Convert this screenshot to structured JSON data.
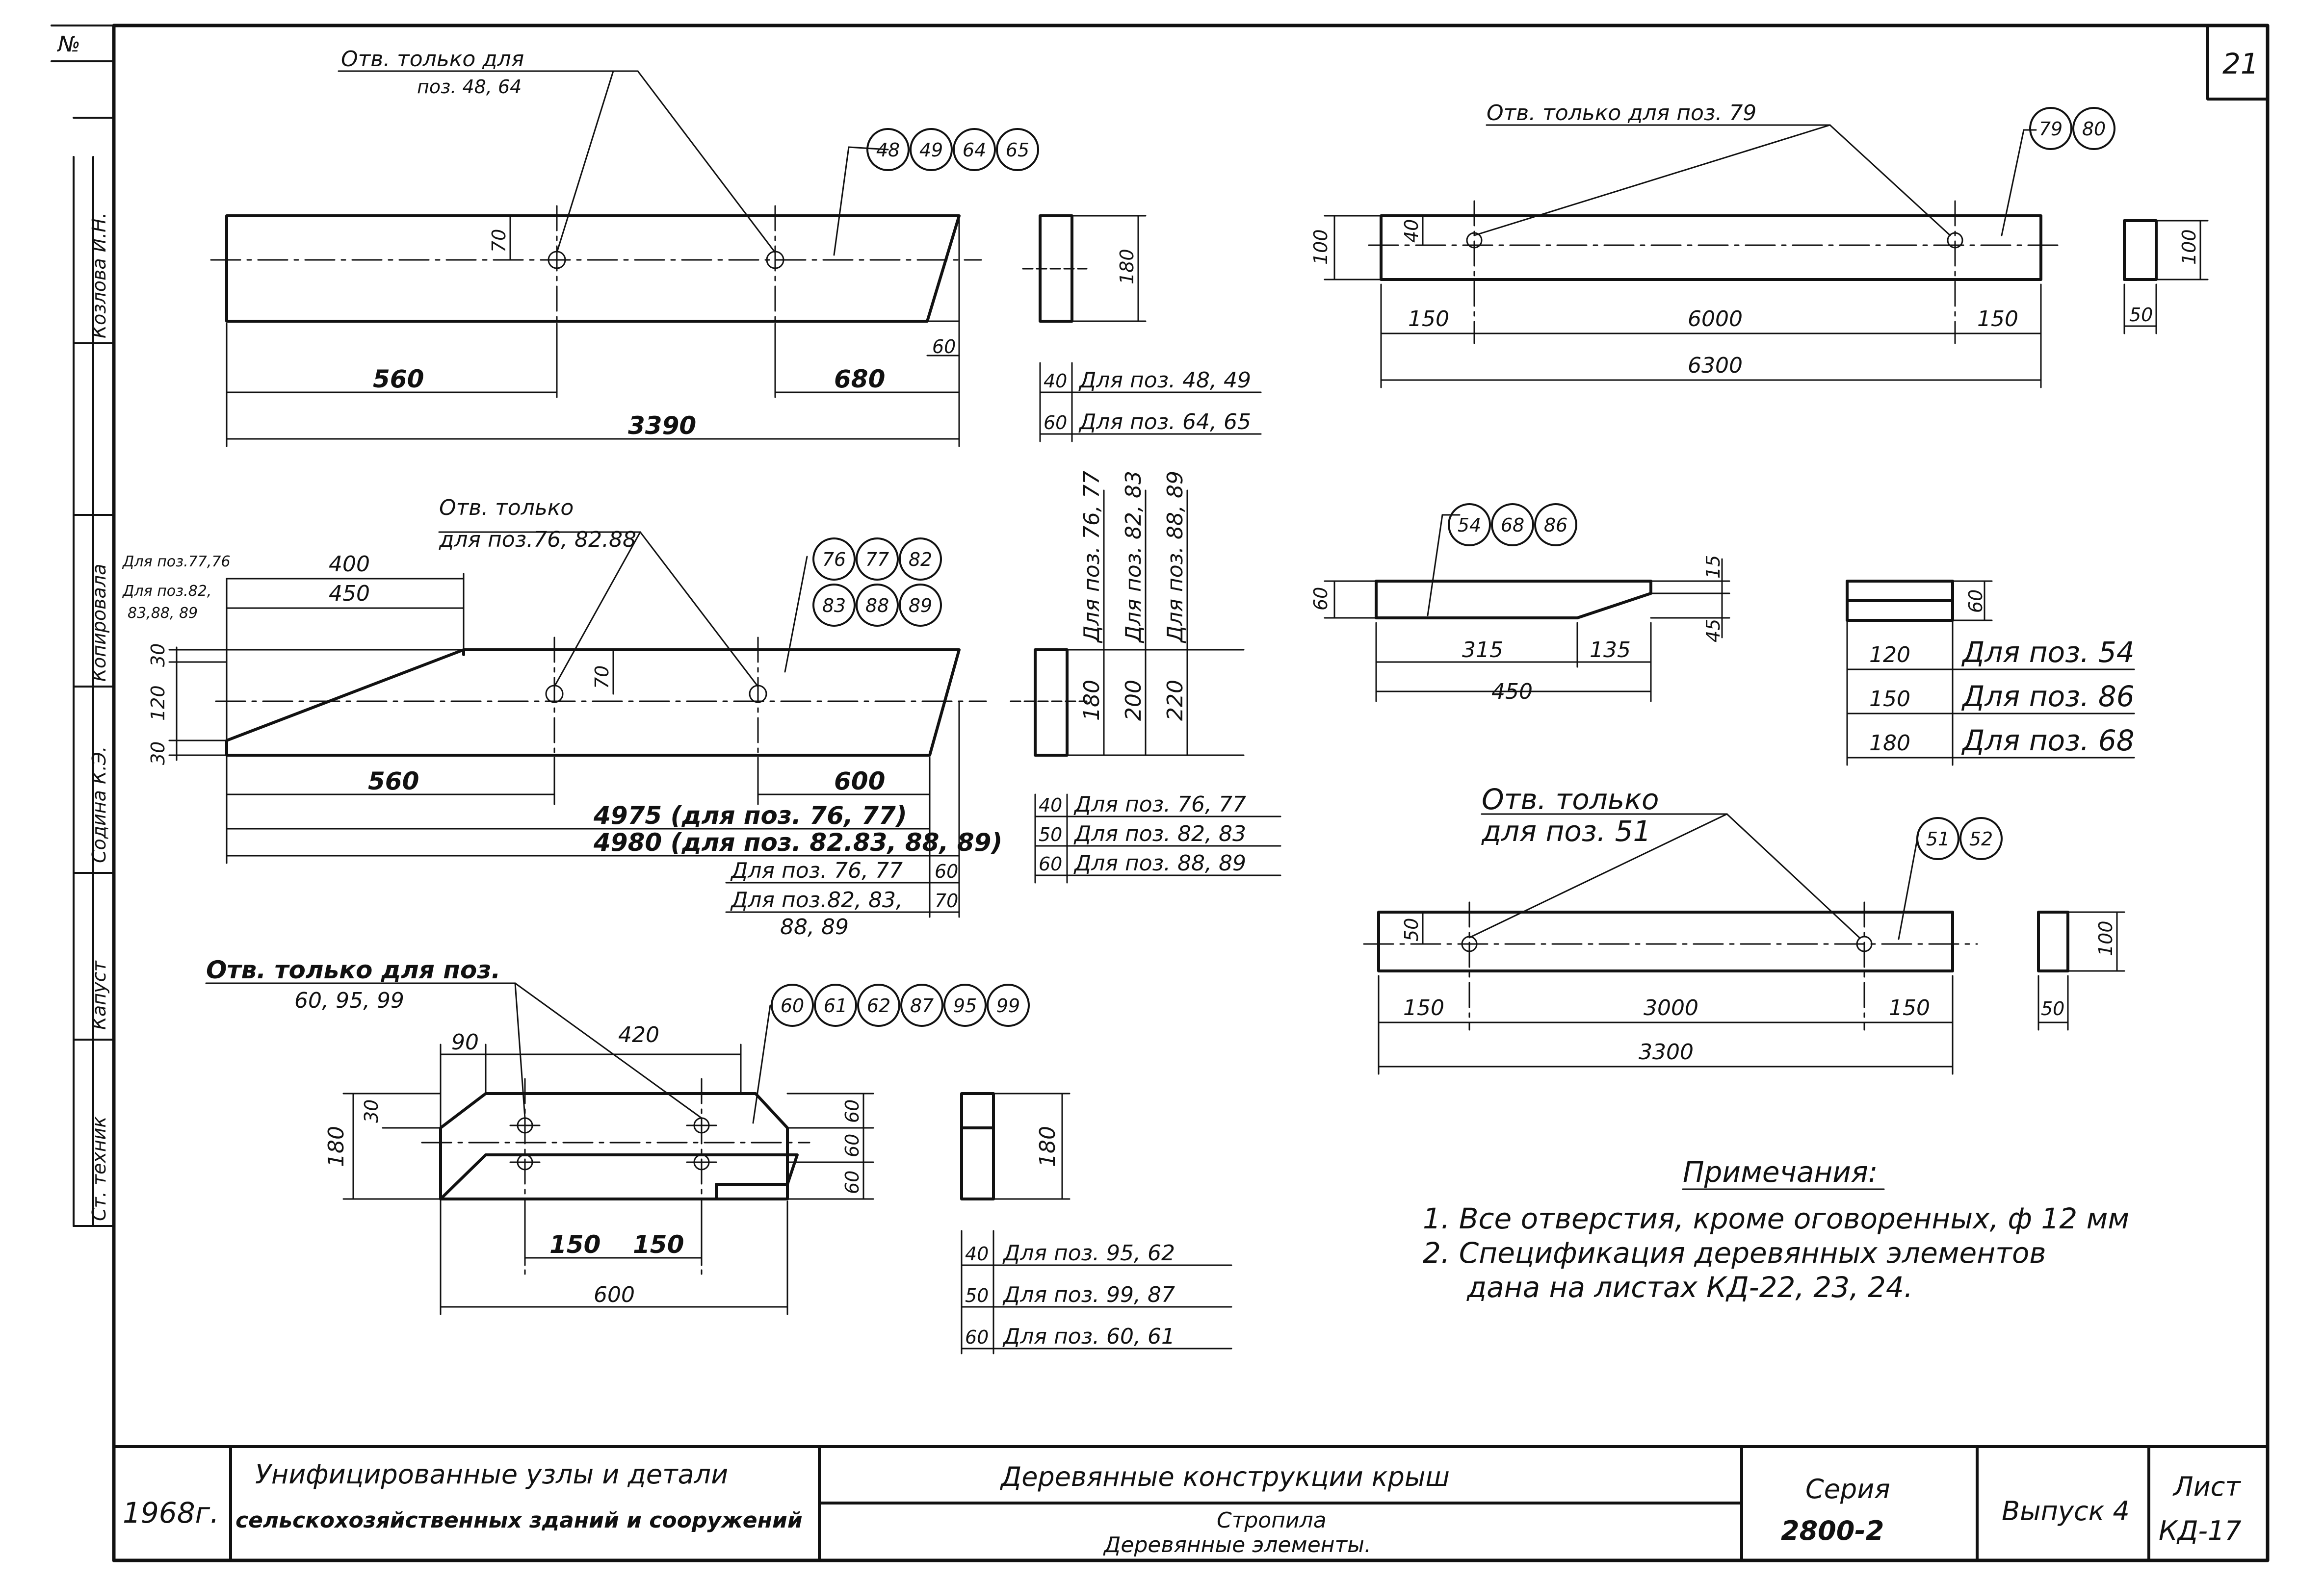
{
  "sheet": {
    "number_label": "№",
    "page_number": "21"
  },
  "left_stamp": {
    "role1": "Ст. техник",
    "name1": "Капуст",
    "name2": "Содина К.Э.",
    "role2": "Копировала",
    "name3": "Козлова И.Н."
  },
  "el1": {
    "hole_note_1": "Отв. только для",
    "hole_note_2": "поз. 48, 64",
    "positions": [
      "48",
      "49",
      "64",
      "65"
    ],
    "dims": {
      "d70": "70",
      "d60": "60",
      "d560": "560",
      "d680": "680",
      "d3390": "3390"
    },
    "section_height": "180",
    "table": [
      {
        "w": "40",
        "text": "Для поз. 48, 49"
      },
      {
        "w": "60",
        "text": "Для поз. 64, 65"
      }
    ]
  },
  "el2": {
    "hole_note_1": "Отв. только",
    "hole_note_2": "для поз.76, 82.88",
    "positions": [
      "76",
      "77",
      "82",
      "83",
      "88",
      "89"
    ],
    "left_notes": [
      "Для поз.77,76",
      "Для поз.82,",
      "83,88, 89"
    ],
    "dims": {
      "d400": "400",
      "d450": "450",
      "d30a": "30",
      "d120": "120",
      "d30b": "30",
      "d70": "70",
      "d560": "560",
      "d600": "600"
    },
    "overall_1": "4975 (для поз. 76, 77)",
    "overall_2": "4980 (для поз. 82.83, 88, 89)",
    "tail_1_label": "Для поз. 76, 77",
    "tail_1_value": "60",
    "tail_2_label": "Для поз.82, 83,",
    "tail_2_label_b": "88, 89",
    "tail_2_value": "70",
    "vertical_labels": [
      "Для поз. 76, 77",
      "Для поз. 82, 83",
      "Для поз. 88, 89"
    ],
    "heights": [
      "180",
      "200",
      "220"
    ],
    "table": [
      {
        "w": "40",
        "text": "Для поз. 76, 77"
      },
      {
        "w": "50",
        "text": "Для поз. 82, 83"
      },
      {
        "w": "60",
        "text": "Для поз. 88, 89"
      }
    ]
  },
  "el3": {
    "hole_note_1": "Отв. только для поз.",
    "hole_note_2": "60, 95, 99",
    "positions": [
      "60",
      "61",
      "62",
      "87",
      "95",
      "99"
    ],
    "dims": {
      "d90": "90",
      "d420": "420",
      "d30": "30",
      "d180": "180",
      "d60a": "60",
      "d60b": "60",
      "d60c": "60",
      "d150a": "150",
      "d150b": "150",
      "d600": "600"
    },
    "section_height": "180",
    "table": [
      {
        "w": "40",
        "text": "Для поз. 95, 62"
      },
      {
        "w": "50",
        "text": "Для поз. 99, 87"
      },
      {
        "w": "60",
        "text": "Для поз. 60, 61"
      }
    ]
  },
  "el4": {
    "hole_note": "Отв. только для поз. 79",
    "positions": [
      "79",
      "80"
    ],
    "dims": {
      "d100": "100",
      "d40": "40",
      "d150a": "150",
      "d6000": "6000",
      "d150b": "150",
      "d6300": "6300"
    },
    "section_height": "100",
    "section_width": "50"
  },
  "el5": {
    "positions": [
      "54",
      "68",
      "86"
    ],
    "dims": {
      "d60": "60",
      "d15": "15",
      "d45": "45",
      "d315": "315",
      "d135": "135",
      "d450": "450"
    },
    "section_height": "60",
    "table": [
      {
        "w": "120",
        "text": "Для поз. 54"
      },
      {
        "w": "150",
        "text": "Для поз. 86"
      },
      {
        "w": "180",
        "text": "Для поз. 68"
      }
    ]
  },
  "el6": {
    "hole_note_1": "Отв. только",
    "hole_note_2": "для поз. 51",
    "positions": [
      "51",
      "52"
    ],
    "dims": {
      "d50": "50",
      "d150a": "150",
      "d3000": "3000",
      "d150b": "150",
      "d3300": "3300"
    },
    "section_height": "100",
    "section_width": "50"
  },
  "notes": {
    "title": "Примечания:",
    "items": [
      "1. Все отверстия, кроме оговоренных, ф 12 мм",
      "2. Спецификация деревянных элементов",
      "дана на листах КД-22, 23, 24."
    ]
  },
  "title_block": {
    "year": "1968г.",
    "org_1": "Унифицированные узлы и детали",
    "org_2": "сельскохозяйственных зданий и сооружений",
    "title_main": "Деревянные конструкции крыш",
    "title_sub_1": "Стропила",
    "title_sub_2": "Деревянные элементы.",
    "series_label": "Серия",
    "series_value": "2800-2",
    "issue": "Выпуск 4",
    "sheet_label": "Лист",
    "sheet_value": "КД-17"
  },
  "colors": {
    "ink": "#111111",
    "paper": "#ffffff"
  }
}
